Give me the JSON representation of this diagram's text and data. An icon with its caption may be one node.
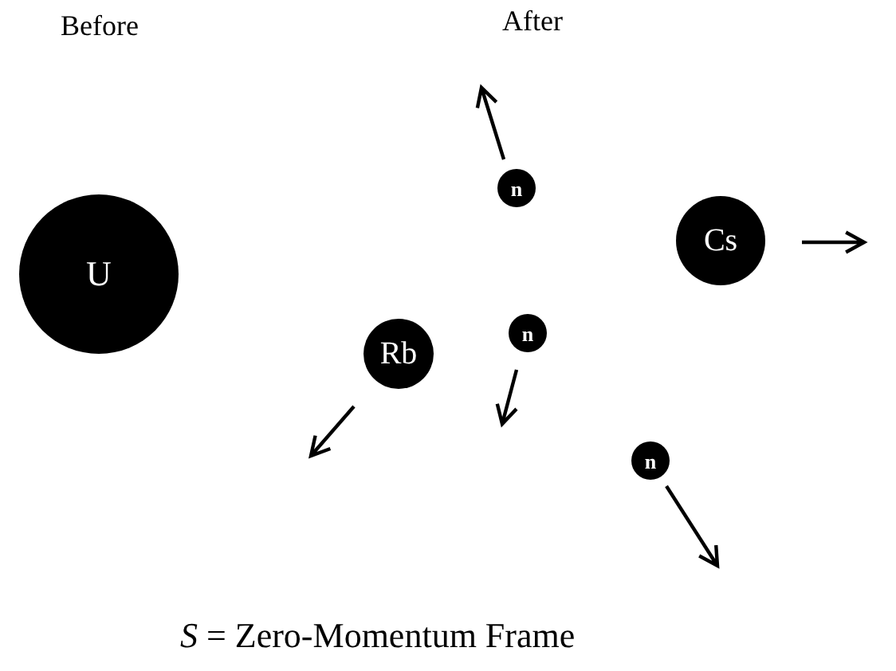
{
  "diagram": {
    "caption": "*S* = Zero-Momentum Frame",
    "nodes": [
      {
        "text": [
          "U"
        ]
      },
      {
        "text": [
          "n"
        ]
      },
      {
        "text": [
          "Cs"
        ]
      },
      {
        "text": [
          "n"
        ]
      },
      {
        "text": [
          "Rb"
        ]
      },
      {
        "text": [
          "n"
        ]
      }
    ],
    "labels": [
      "Before",
      "After"
    ]
  }
}
